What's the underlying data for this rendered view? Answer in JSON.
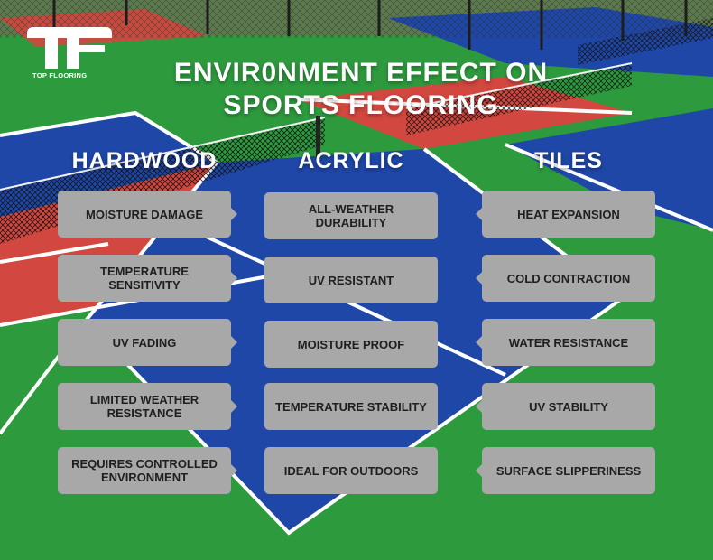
{
  "logo": {
    "mark": "TF",
    "text": "TOP FLOORING"
  },
  "title": {
    "line1": "ENVIR0NMENT  EFFECT ON",
    "line2": "SPORTS FLOORING"
  },
  "columns": {
    "hardwood": {
      "heading": "HARDWOOD",
      "items": [
        "MOISTURE DAMAGE",
        "TEMPERATURE SENSITIVITY",
        "UV FADING",
        "LIMITED WEATHER RESISTANCE",
        "REQUIRES CONTROLLED ENVIRONMENT"
      ]
    },
    "acrylic": {
      "heading": "ACRYLIC",
      "items": [
        "ALL-WEATHER DURABILITY",
        "UV RESISTANT",
        "MOISTURE PROOF",
        "TEMPERATURE STABILITY",
        "IDEAL FOR OUTDOORS"
      ]
    },
    "tiles": {
      "heading": "TILES",
      "items": [
        "HEAT EXPANSION",
        "COLD CONTRACTION",
        "WATER RESISTANCE",
        "UV STABILITY",
        "SURFACE SLIPPERINESS"
      ]
    }
  },
  "colors": {
    "court_green": "#2e9a3e",
    "court_blue": "#1f47a8",
    "court_red": "#d2473f",
    "label_box": "#a8a8a8"
  }
}
